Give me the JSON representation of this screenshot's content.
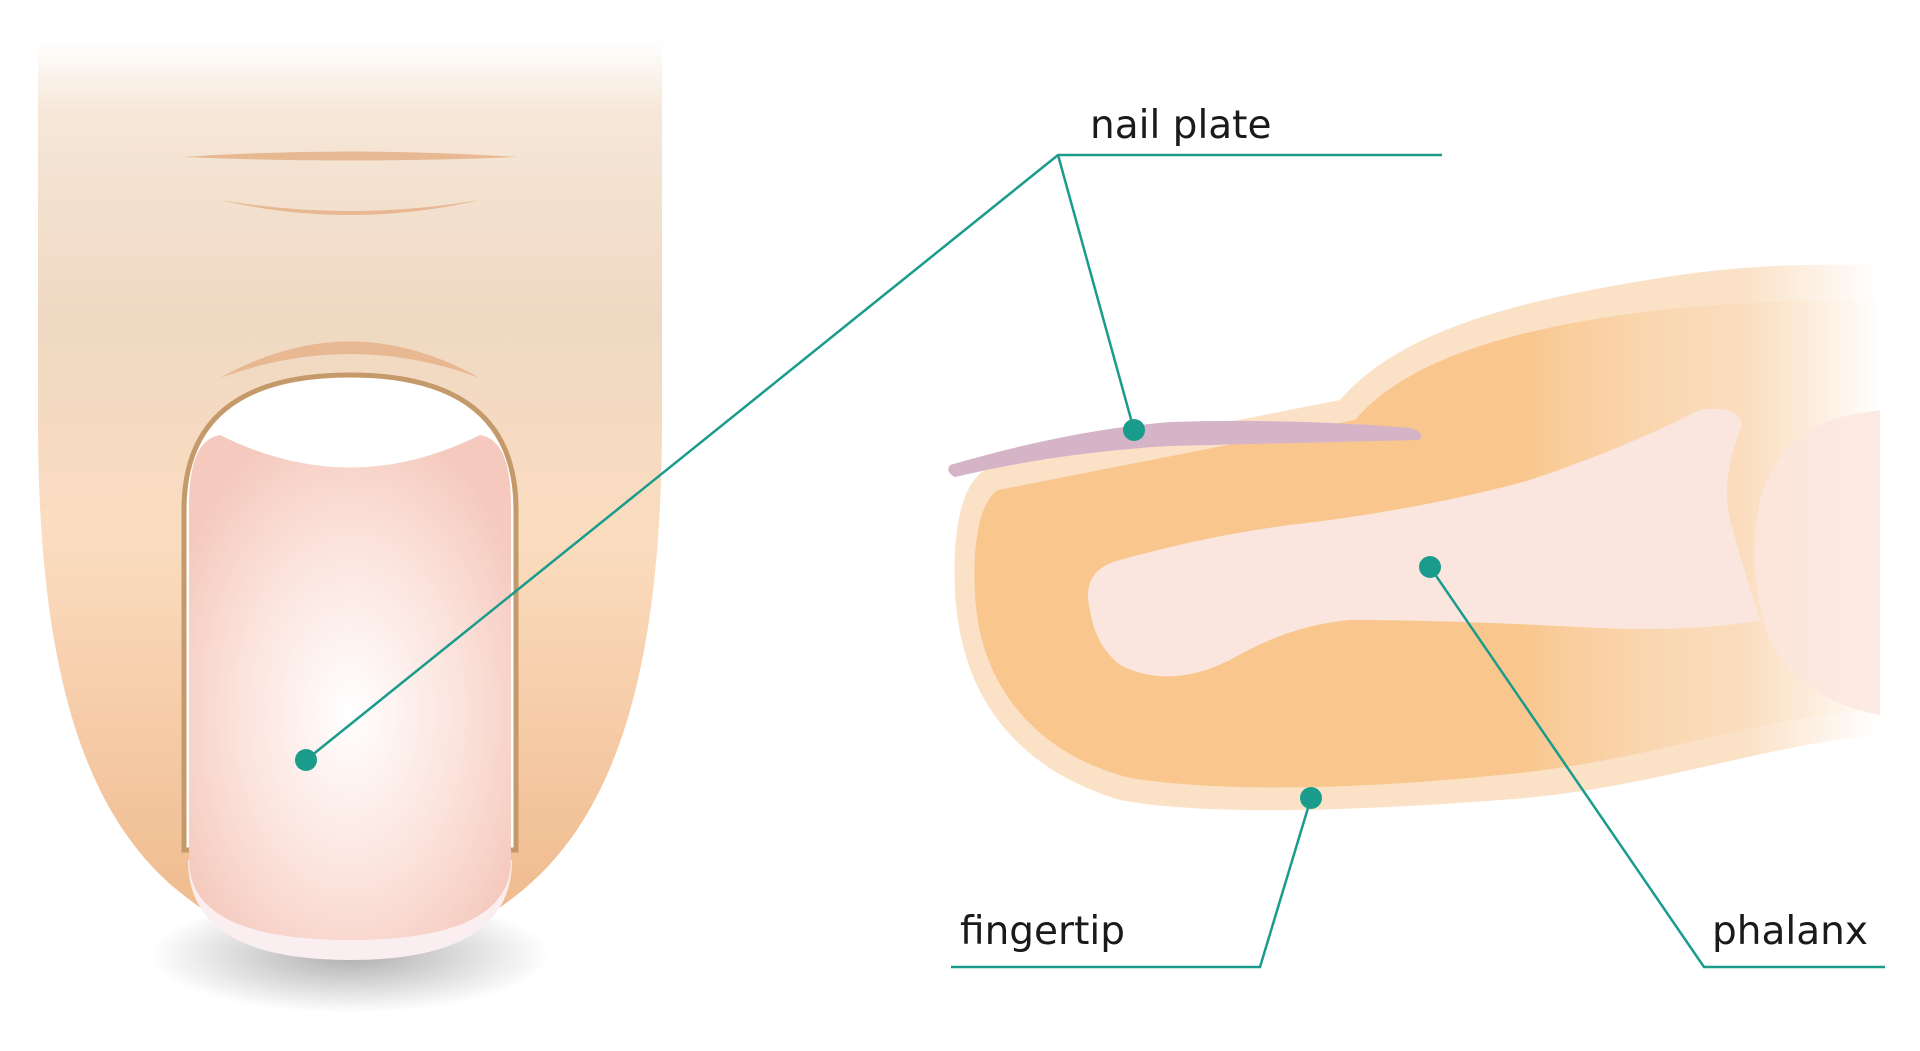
{
  "labels": {
    "nail_plate": "nail plate",
    "fingertip": "fingertip",
    "phalanx": "phalanx"
  },
  "colors": {
    "leader": "#1a9c8c",
    "skin_light": "#fbe1c6",
    "skin_mid": "#f9c68d",
    "nail_pink": "#f8d4cc",
    "nail_plate_side": "#d6b4c8",
    "bone": "#fbe6df",
    "cuticle": "#c79a6a",
    "fold_line": "#e7b891"
  }
}
